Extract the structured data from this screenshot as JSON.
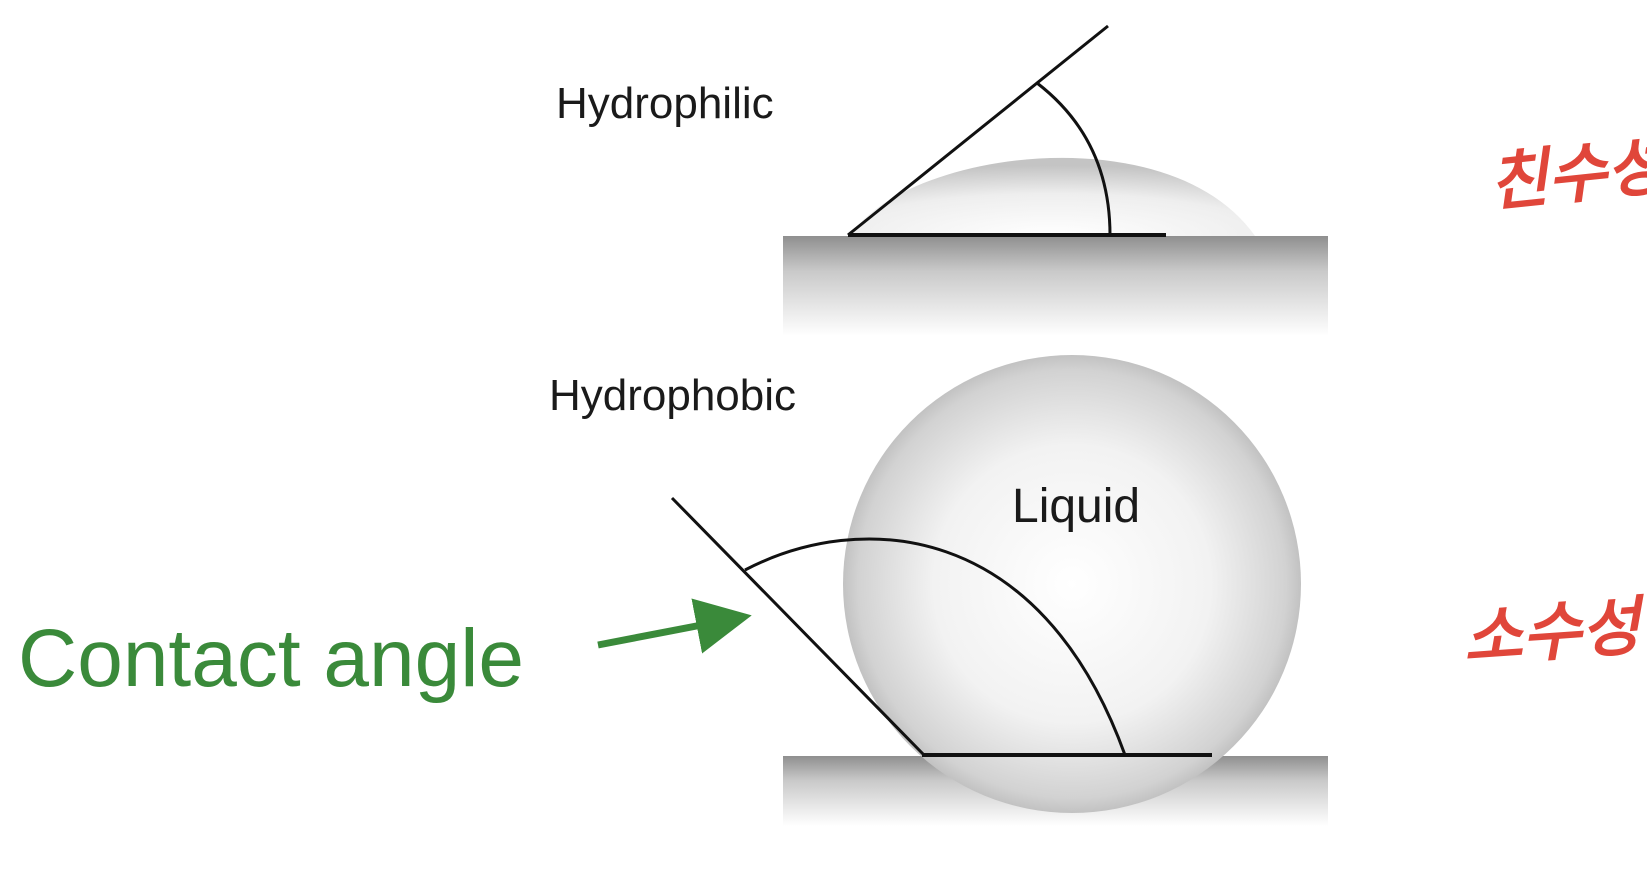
{
  "labels": {
    "hydrophilic": "Hydrophilic",
    "hydrophobic": "Hydrophobic",
    "liquid": "Liquid",
    "contact_angle": "Contact angle"
  },
  "annotations": {
    "hydrophilic_korean": "친수성",
    "hydrophobic_korean": "소수성"
  },
  "colors": {
    "line": "#111111",
    "droplet": "#e6e6e6",
    "surface_top": "#9a9a9a",
    "surface_bottom": "#ffffff",
    "contact_angle_green": "#3a8a3a",
    "handwriting_red": "#e0463a"
  }
}
